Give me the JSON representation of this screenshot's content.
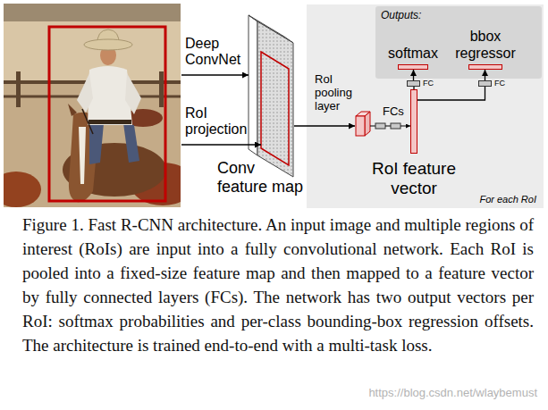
{
  "diagram": {
    "caption": "Figure 1. Fast R-CNN architecture. An input image and multiple regions of interest (RoIs) are input into a fully convolutional network. Each RoI is pooled into a fixed-size feature map and then mapped to a feature vector by fully connected layers (FCs). The network has two output vectors per RoI: softmax probabilities and per-class bounding-box regression offsets. The architecture is trained end-to-end with a multi-task loss.",
    "nodes": [
      {
        "text": [
          "For each RoI"
        ]
      },
      {
        "text": [
          "Outputs:"
        ],
        "in": 0
      },
      {
        "text": [
          "softmax"
        ],
        "in": 1
      },
      {
        "text": [
          "bbox regressor"
        ],
        "in": 1
      },
      {
        "text": [
          "FC"
        ],
        "in": 0
      },
      {
        "text": [
          "FC"
        ],
        "in": 0
      },
      {
        "text": [
          "RoI feature vector"
        ],
        "in": 0
      }
    ],
    "edges": [
      {
        "from": 6,
        "to": 4,
        "arrow": "none"
      },
      {
        "from": 4,
        "to": 2,
        "arrow": "to"
      },
      {
        "from": 6,
        "to": 5,
        "arrow": "none"
      },
      {
        "from": 5,
        "to": 3,
        "arrow": "to"
      }
    ],
    "labels": [
      "Deep ConvNet",
      "RoI projection",
      "Conv feature map",
      "RoI pooling layer",
      "FCs",
      "https://blog.csdn.net/wlaybemust"
    ]
  }
}
